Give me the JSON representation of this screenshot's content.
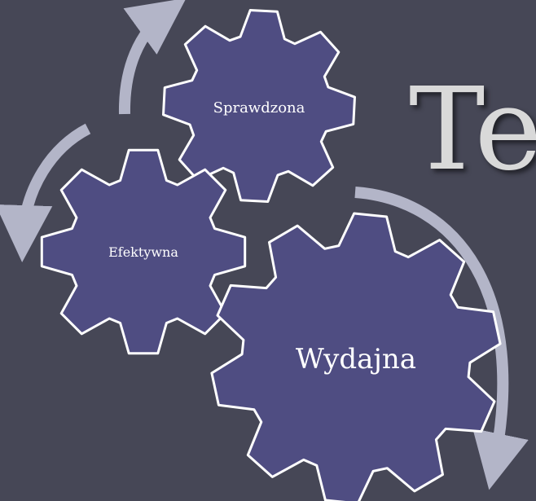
{
  "slide": {
    "title": "Te",
    "gears": [
      {
        "label": "Sprawdzona"
      },
      {
        "label": "Efektywna"
      },
      {
        "label": "Wydajna"
      }
    ]
  },
  "colors": {
    "background": "#464756",
    "gear_fill": "#4f4d82",
    "gear_stroke": "#ffffff",
    "arrow": "#b3b5c8",
    "title_text": "#d9d9d9"
  },
  "icons": [
    "gear-icon",
    "curved-arrow-icon"
  ]
}
